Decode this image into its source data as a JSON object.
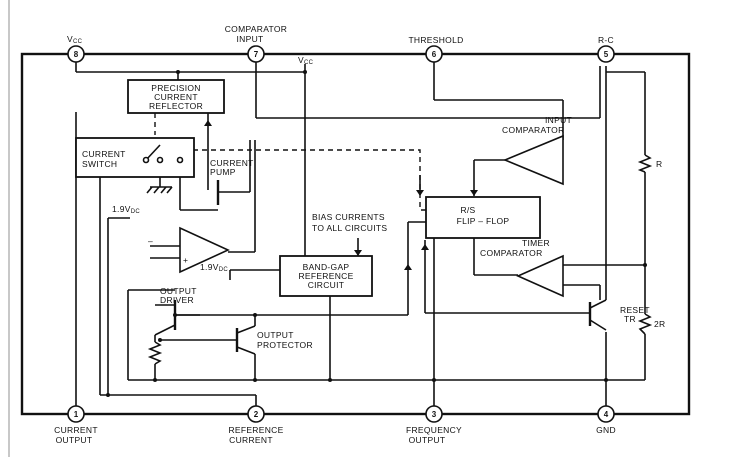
{
  "pins": [
    {
      "number": "8",
      "label_lines": [
        "V",
        "CC"
      ]
    },
    {
      "number": "7",
      "label_lines": [
        "COMPARATOR",
        "INPUT"
      ]
    },
    {
      "number": "6",
      "label_lines": [
        "THRESHOLD"
      ]
    },
    {
      "number": "5",
      "label_lines": [
        "R-C"
      ]
    },
    {
      "number": "1",
      "label_lines": [
        "CURRENT",
        "OUTPUT"
      ]
    },
    {
      "number": "2",
      "label_lines": [
        "REFERENCE",
        "CURRENT"
      ]
    },
    {
      "number": "3",
      "label_lines": [
        "FREQUENCY",
        "OUTPUT"
      ]
    },
    {
      "number": "4",
      "label_lines": [
        "GND"
      ]
    }
  ],
  "vcc_internal": {
    "main": "V",
    "sub": "CC"
  },
  "blocks": {
    "reflector": [
      "PRECISION",
      "CURRENT",
      "REFLECTOR"
    ],
    "switch": [
      "CURRENT",
      "SWITCH"
    ],
    "pump": [
      "CURRENT",
      "PUMP"
    ],
    "flipflop": [
      "R/S",
      "FLIP – FLOP"
    ],
    "bandgap": [
      "BAND-GAP",
      "REFERENCE",
      "CIRCUIT"
    ],
    "input_comp": [
      "INPUT",
      "COMPARATOR"
    ],
    "timer_comp": [
      "TIMER",
      "COMPARATOR"
    ],
    "bias": [
      "BIAS CURRENTS",
      "TO ALL CIRCUITS"
    ],
    "output_driver": [
      "OUTPUT",
      "DRIVER"
    ],
    "output_protector": [
      "OUTPUT",
      "PROTECTOR"
    ],
    "reset": [
      "RESET",
      "TR"
    ]
  },
  "voltages": {
    "v1": "1.9V",
    "v1_sub": "DC",
    "v2": "1.9V",
    "v2_sub": "DC"
  },
  "resistors": {
    "r1": "R",
    "r2": "2R"
  },
  "opamp_signs": {
    "minus": "–",
    "plus": "+"
  }
}
